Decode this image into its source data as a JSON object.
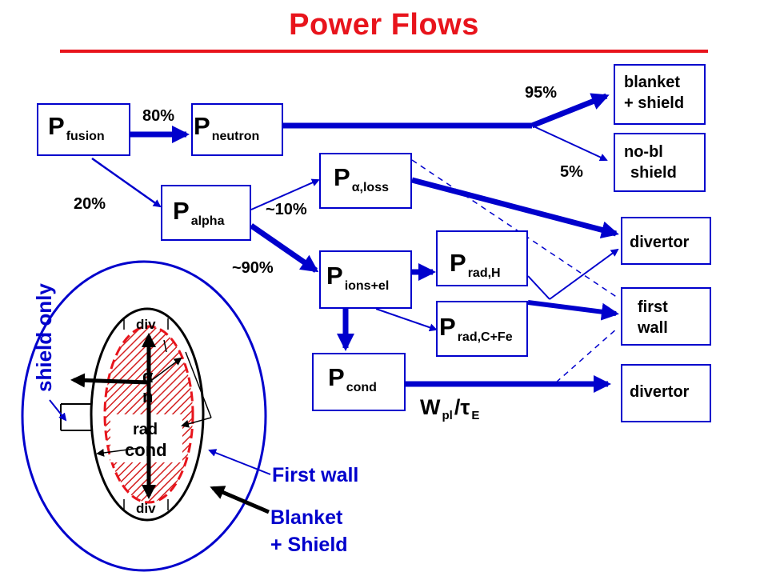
{
  "title": "Power Flows",
  "nodes": {
    "fusion": {
      "main": "P",
      "sub": "fusion"
    },
    "neutron": {
      "main": "P",
      "sub": "neutron"
    },
    "alpha": {
      "main": "P",
      "sub": "alpha"
    },
    "alpha_loss": {
      "main": "P",
      "sub": "α,loss"
    },
    "ions_el": {
      "main": "P",
      "sub": "ions+el"
    },
    "rad_h": {
      "main": "P",
      "sub": "rad,H"
    },
    "rad_cfe": {
      "main": "P",
      "sub": "rad,C+Fe"
    },
    "cond": {
      "main": "P",
      "sub": "cond"
    }
  },
  "destinations": {
    "blanket_l1": "blanket",
    "blanket_l2": "+ shield",
    "nobl_l1": "no-bl",
    "nobl_l2": "shield",
    "divertor_top": "divertor",
    "firstwall_l1": "first",
    "firstwall_l2": "wall",
    "divertor_bottom": "divertor"
  },
  "percentages": {
    "p80": "80%",
    "p20": "20%",
    "p95": "95%",
    "p5": "5%",
    "p10": "~10%",
    "p90": "~90%"
  },
  "wpl": {
    "w": "W",
    "wsub": "pl",
    "slash": "/",
    "tau": "τ",
    "tausub": "E"
  },
  "cross_section": {
    "div_top": "div",
    "div_bottom": "div",
    "alpha": "α",
    "n": "n",
    "rad": "rad",
    "cond": "cond"
  },
  "labels": {
    "shield_only": "shield only",
    "first_wall": "First wall",
    "blanket_l1": "Blanket",
    "blanket_l2": "+ Shield"
  },
  "colors": {
    "title": "#e8141c",
    "flow": "#0000cc",
    "wall_dash": "#e8141c",
    "plasma_hatch": "#d42020"
  }
}
